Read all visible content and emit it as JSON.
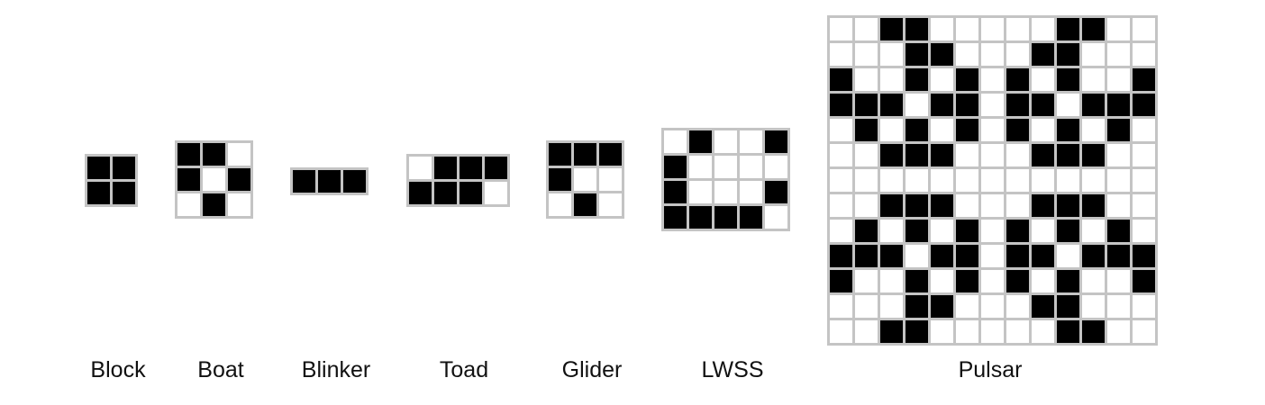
{
  "colors": {
    "alive": "#000000",
    "dead": "#ffffff",
    "grid": "#c4c4c4"
  },
  "patterns": [
    {
      "key": "block",
      "label": "Block",
      "rows": [
        "11",
        "11"
      ]
    },
    {
      "key": "boat",
      "label": "Boat",
      "rows": [
        "110",
        "101",
        "010"
      ]
    },
    {
      "key": "blinker",
      "label": "Blinker",
      "rows": [
        "111"
      ]
    },
    {
      "key": "toad",
      "label": "Toad",
      "rows": [
        "0111",
        "1110"
      ]
    },
    {
      "key": "glider",
      "label": "Glider",
      "rows": [
        "111",
        "100",
        "010"
      ]
    },
    {
      "key": "lwss",
      "label": "LWSS",
      "rows": [
        "01001",
        "10000",
        "10001",
        "11110"
      ]
    },
    {
      "key": "pulsar",
      "label": "Pulsar",
      "rows": [
        "0011000001100",
        "0001100011000",
        "1001010101001",
        "1110110110111",
        "0101010101010",
        "0011100011100",
        "0000000000000",
        "0011100011100",
        "0101010101010",
        "1110110110111",
        "1001010101001",
        "0001100011000",
        "0011000001100"
      ]
    }
  ]
}
